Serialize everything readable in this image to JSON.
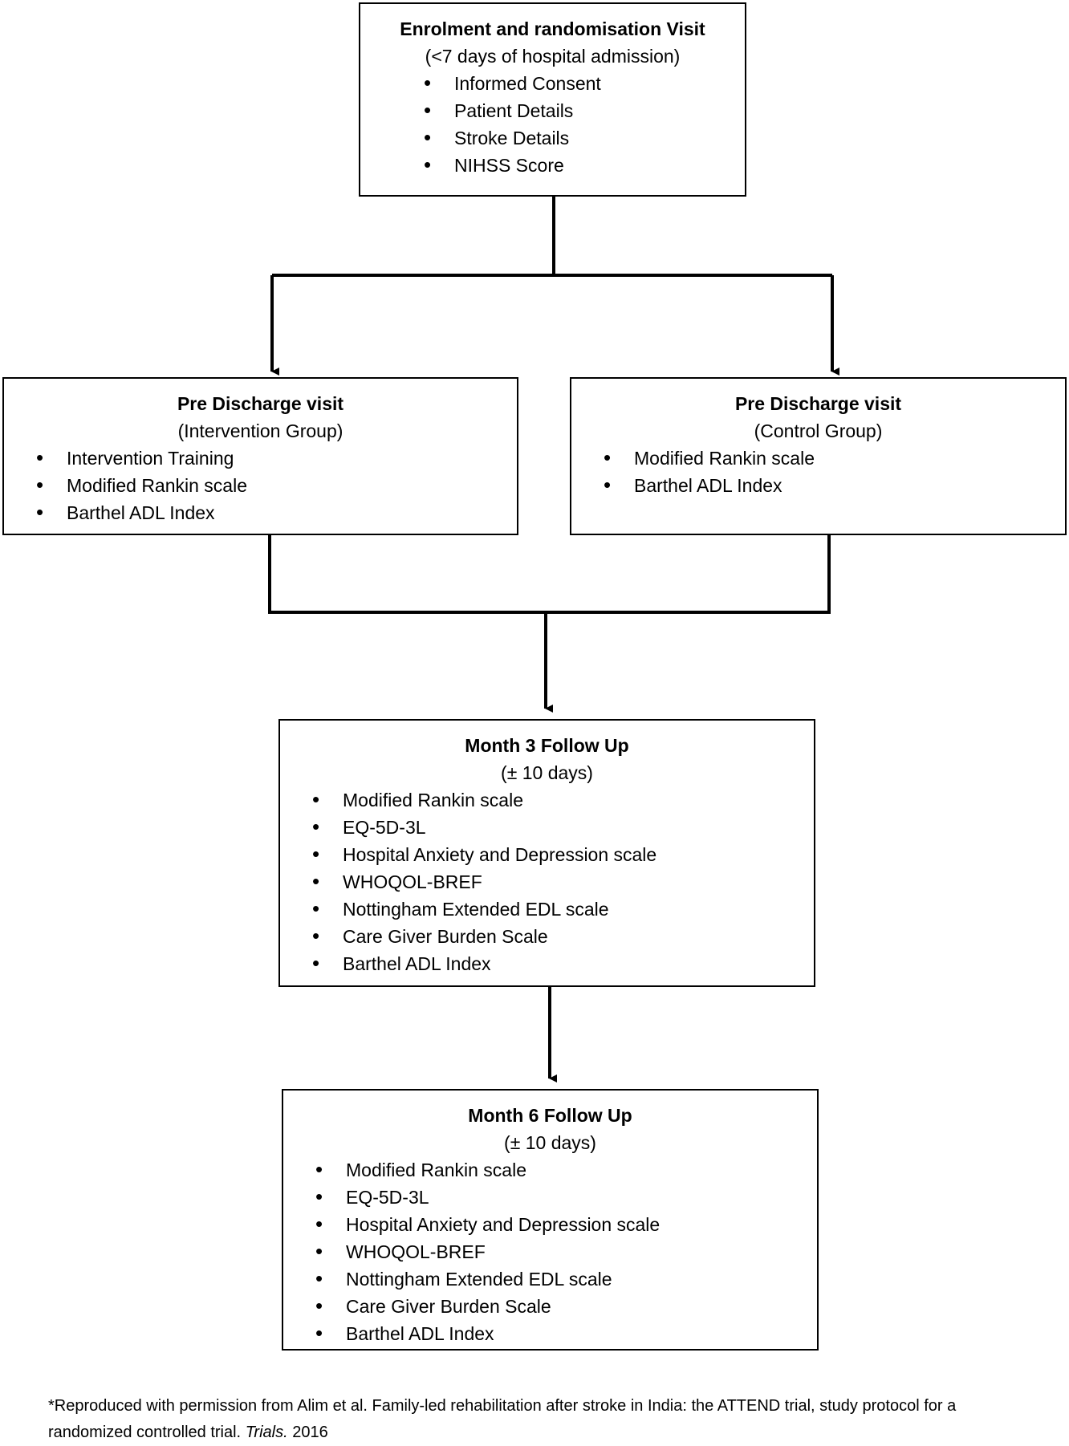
{
  "enrolment": {
    "title": "Enrolment and randomisation Visit",
    "subtitle": "(<7 days of hospital admission)",
    "items": [
      "Informed Consent",
      "Patient Details",
      "Stroke Details",
      "NIHSS Score"
    ]
  },
  "pre_discharge_intervention": {
    "title": "Pre Discharge visit",
    "subtitle": "(Intervention Group)",
    "items": [
      "Intervention Training",
      "Modified Rankin scale",
      "Barthel ADL Index"
    ]
  },
  "pre_discharge_control": {
    "title": "Pre Discharge visit",
    "subtitle": "(Control Group)",
    "items": [
      "Modified Rankin scale",
      "Barthel ADL Index"
    ]
  },
  "month3": {
    "title": "Month 3 Follow Up",
    "subtitle": "(± 10 days)",
    "items": [
      "Modified Rankin scale",
      "EQ-5D-3L",
      "Hospital Anxiety and Depression scale",
      "WHOQOL-BREF",
      "Nottingham Extended EDL scale",
      "Care Giver Burden Scale",
      "Barthel ADL Index"
    ]
  },
  "month6": {
    "title": "Month 6 Follow Up",
    "subtitle": "(± 10 days)",
    "items": [
      "Modified Rankin scale",
      "EQ-5D-3L",
      "Hospital Anxiety and Depression scale",
      "WHOQOL-BREF",
      "Nottingham Extended EDL scale",
      "Care Giver Burden Scale",
      "Barthel ADL Index"
    ]
  },
  "footnote": {
    "text": "*Reproduced with permission from Alim et al. Family-led rehabilitation after stroke in India: the ATTEND trial, study protocol for a randomized controlled trial.",
    "journal": "Trials.",
    "year": "2016"
  }
}
